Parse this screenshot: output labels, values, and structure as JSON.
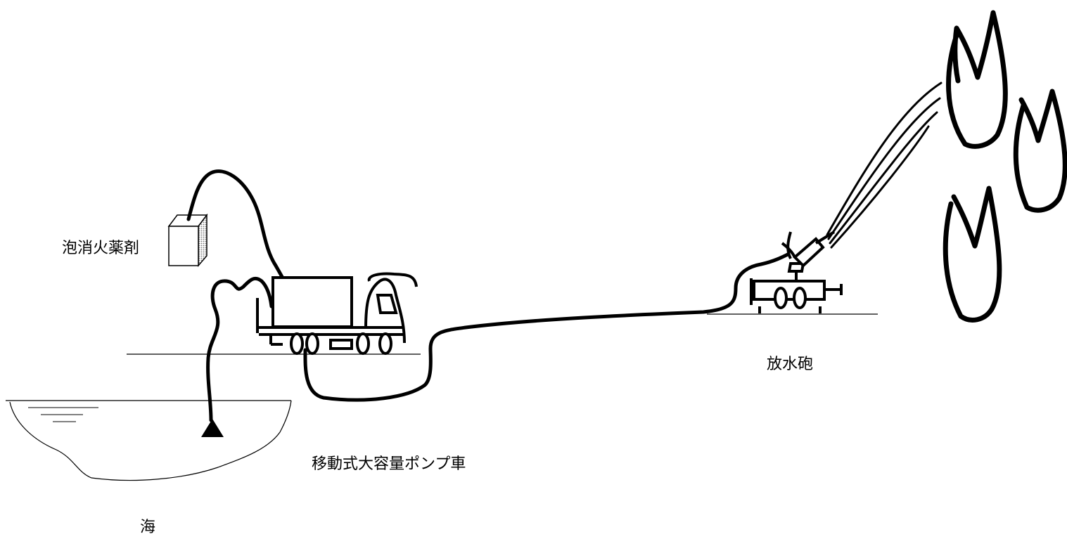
{
  "labels": {
    "foam_agent": "泡消火薬剤",
    "pump_truck": "移動式大容量ポンプ車",
    "water_cannon": "放水砲",
    "sea": "海"
  },
  "colors": {
    "ink": "#000000",
    "background": "#ffffff",
    "box_shade": "#9a9a9a"
  }
}
